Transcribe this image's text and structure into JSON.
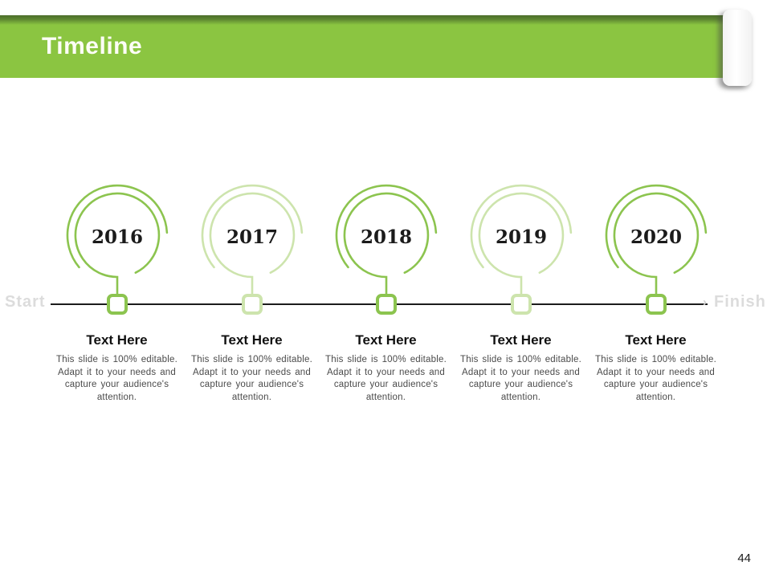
{
  "slide": {
    "title": "Timeline",
    "page_number": "44"
  },
  "timeline": {
    "start_label": "Start",
    "finish_label": "Finish",
    "end_arrow": "›"
  },
  "milestones": [
    {
      "year": "2016",
      "variant": "dark",
      "heading": "Text Here",
      "body": "This slide is 100% editable. Adapt it to your needs and capture your audience's attention."
    },
    {
      "year": "2017",
      "variant": "pale",
      "heading": "Text Here",
      "body": "This slide is 100% editable. Adapt it to your needs and capture your audience's attention."
    },
    {
      "year": "2018",
      "variant": "dark",
      "heading": "Text Here",
      "body": "This slide is 100% editable. Adapt it to your needs and capture your audience's attention."
    },
    {
      "year": "2019",
      "variant": "pale",
      "heading": "Text Here",
      "body": "This slide is 100% editable. Adapt it to your needs and capture your audience's attention."
    },
    {
      "year": "2020",
      "variant": "dark",
      "heading": "Text Here",
      "body": "This slide is 100% editable. Adapt it to your needs and capture your audience's attention."
    }
  ],
  "colors": {
    "header_green": "#8bc541",
    "header_edge": "#4c6e2a",
    "accent_dark": "#8cc44f",
    "accent_pale": "#cde4ad",
    "label_gray": "#dcdcdc"
  }
}
